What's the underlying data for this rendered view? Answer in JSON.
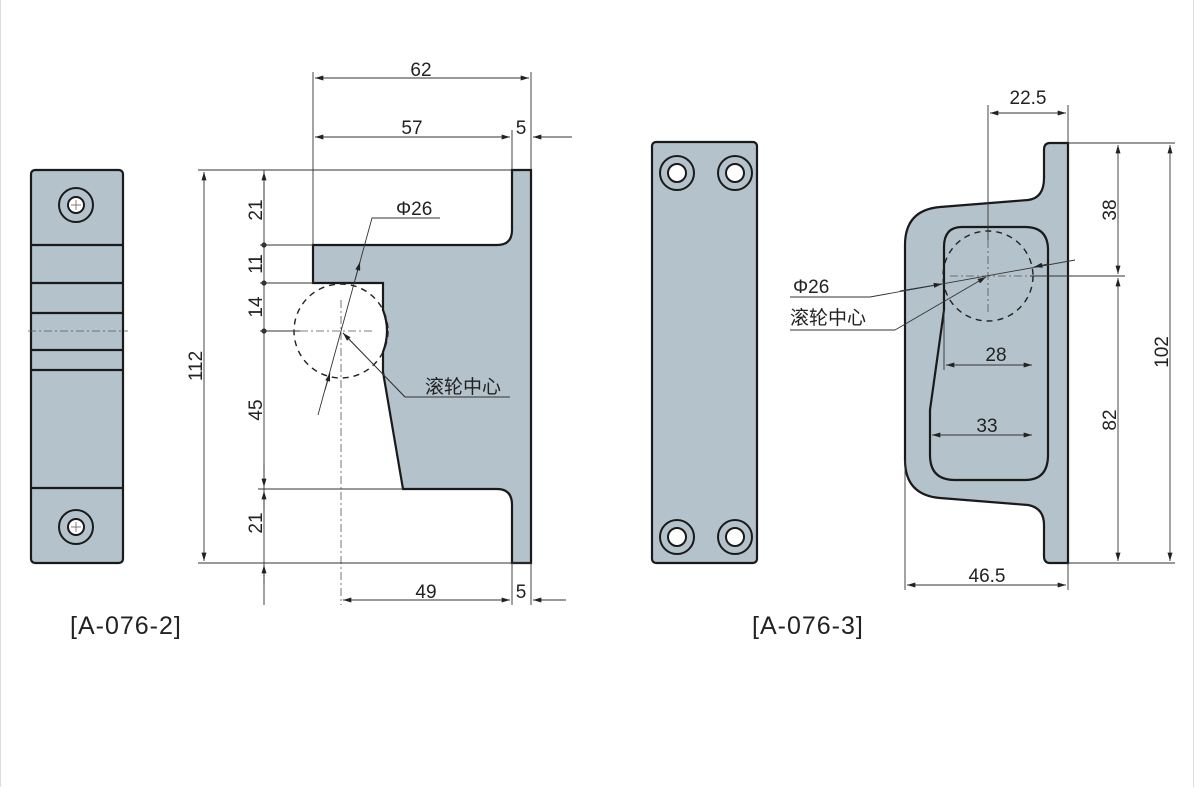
{
  "colors": {
    "part_fill": "#b4c2cb",
    "outline": "#1a1a1a"
  },
  "drawing_a": {
    "label": "[A-076-2]",
    "dims": {
      "total_width": "62",
      "width_57": "57",
      "thickness_top": "5",
      "height_total": "112",
      "top_21": "21",
      "step_11": "11",
      "step_14": "14",
      "span_45": "45",
      "bottom_21": "21",
      "offset_49": "49",
      "thickness_bottom": "5"
    },
    "diameter_label": "Φ26",
    "roller_center_label": "滚轮中心"
  },
  "drawing_b": {
    "label": "[A-076-3]",
    "dims": {
      "offset_22_5": "22.5",
      "upper_38": "38",
      "lower_82": "82",
      "height_102": "102",
      "slot_28": "28",
      "slot_33": "33",
      "depth_46_5": "46.5"
    },
    "diameter_label": "Φ26",
    "roller_center_label": "滚轮中心"
  }
}
